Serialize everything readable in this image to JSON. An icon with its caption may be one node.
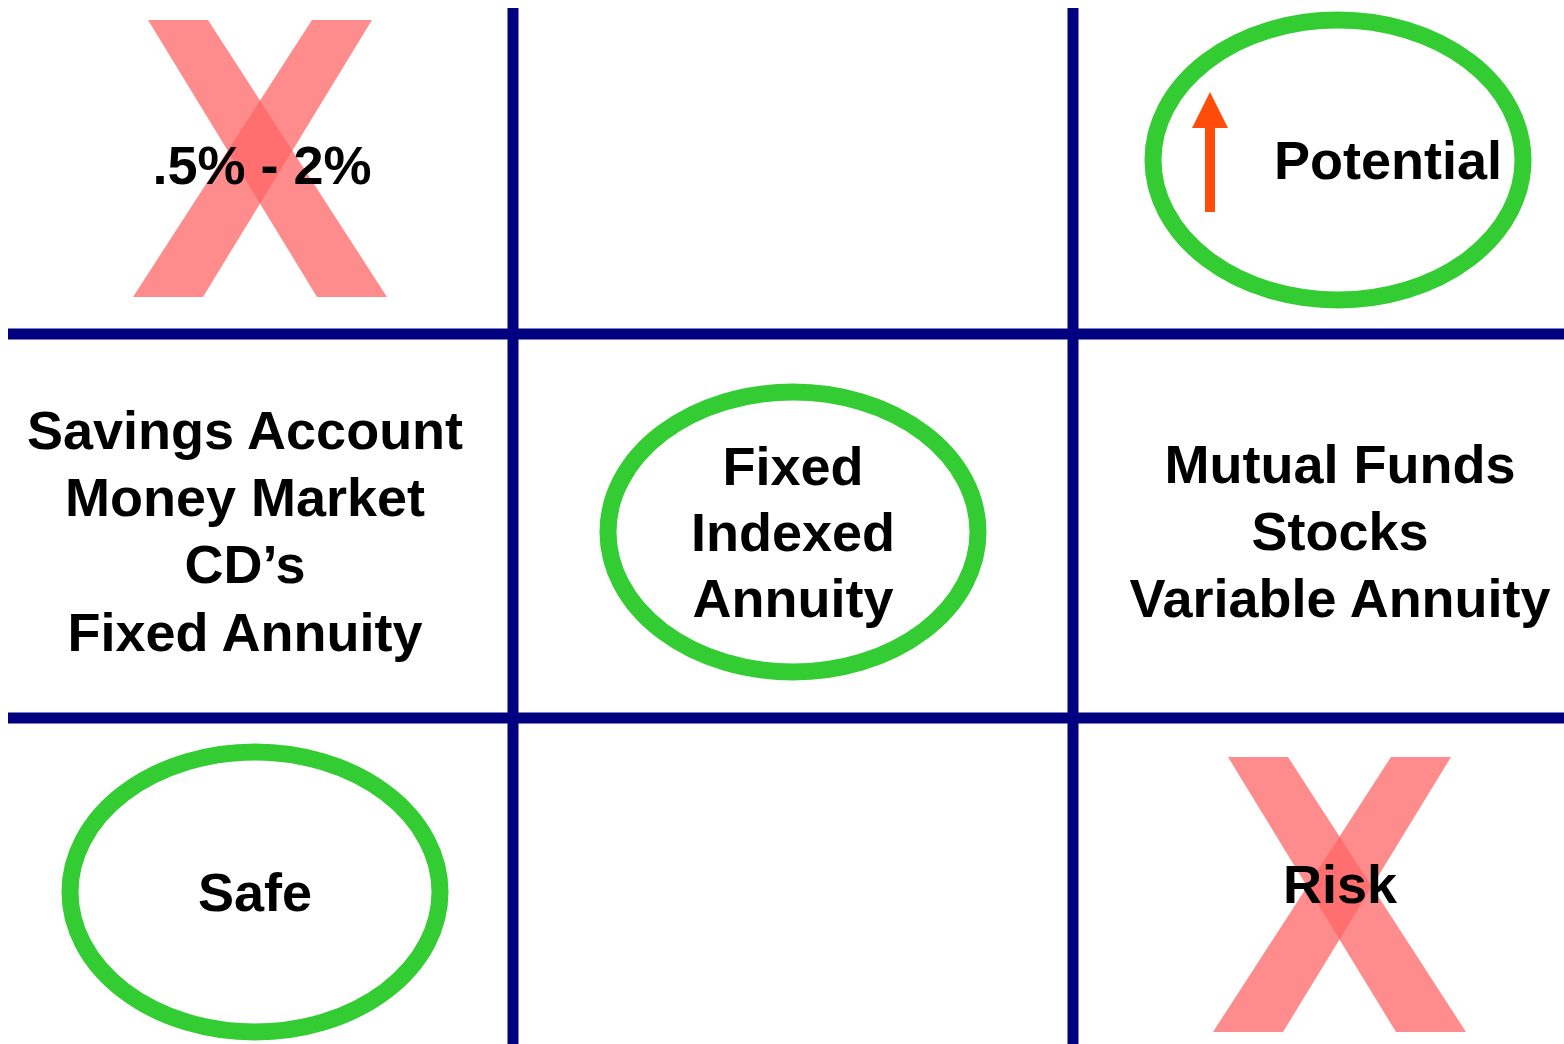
{
  "diagram": {
    "nodes": [
      {
        "text": [
          "Potential"
        ]
      },
      {
        "text": [
          "Fixed Indexed Annuity"
        ]
      },
      {
        "text": [
          "Safe"
        ]
      }
    ],
    "labels": [
      ".5% - 2%",
      "Savings Account",
      "Money Market",
      "CD’s",
      "Fixed Annuity",
      "Mutual Funds",
      "Stocks",
      "Variable Annuity",
      "Risk"
    ]
  }
}
